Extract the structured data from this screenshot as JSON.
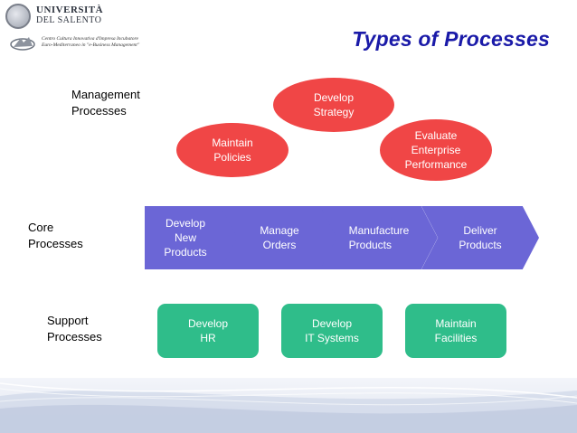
{
  "header": {
    "logo_line1": "UNIVERSITÀ",
    "logo_line2": "DEL SALENTO",
    "logo_center": "Centro Cultura Innovativa d'Impresa Incubatore Euro-Mediterraneo in \"e-Business Management\""
  },
  "title": "Types of Processes",
  "management": {
    "label": "Management\nProcesses",
    "ovals": [
      {
        "text": "Develop\nStrategy"
      },
      {
        "text": "Maintain\nPolicies"
      },
      {
        "text": "Evaluate\nEnterprise\nPerformance"
      }
    ]
  },
  "core": {
    "label": "Core\nProcesses",
    "steps": [
      {
        "text": "Develop\nNew\nProducts"
      },
      {
        "text": "Manage\nOrders"
      },
      {
        "text": "Manufacture\nProducts"
      },
      {
        "text": "Deliver\nProducts"
      }
    ]
  },
  "support": {
    "label": "Support\nProcesses",
    "boxes": [
      {
        "text": "Develop\nHR"
      },
      {
        "text": "Develop\nIT Systems"
      },
      {
        "text": "Maintain\nFacilities"
      }
    ]
  },
  "colors": {
    "title": "#1a1aa8",
    "management": "#f04646",
    "core": "#6b66d6",
    "support": "#2fbd8a"
  }
}
